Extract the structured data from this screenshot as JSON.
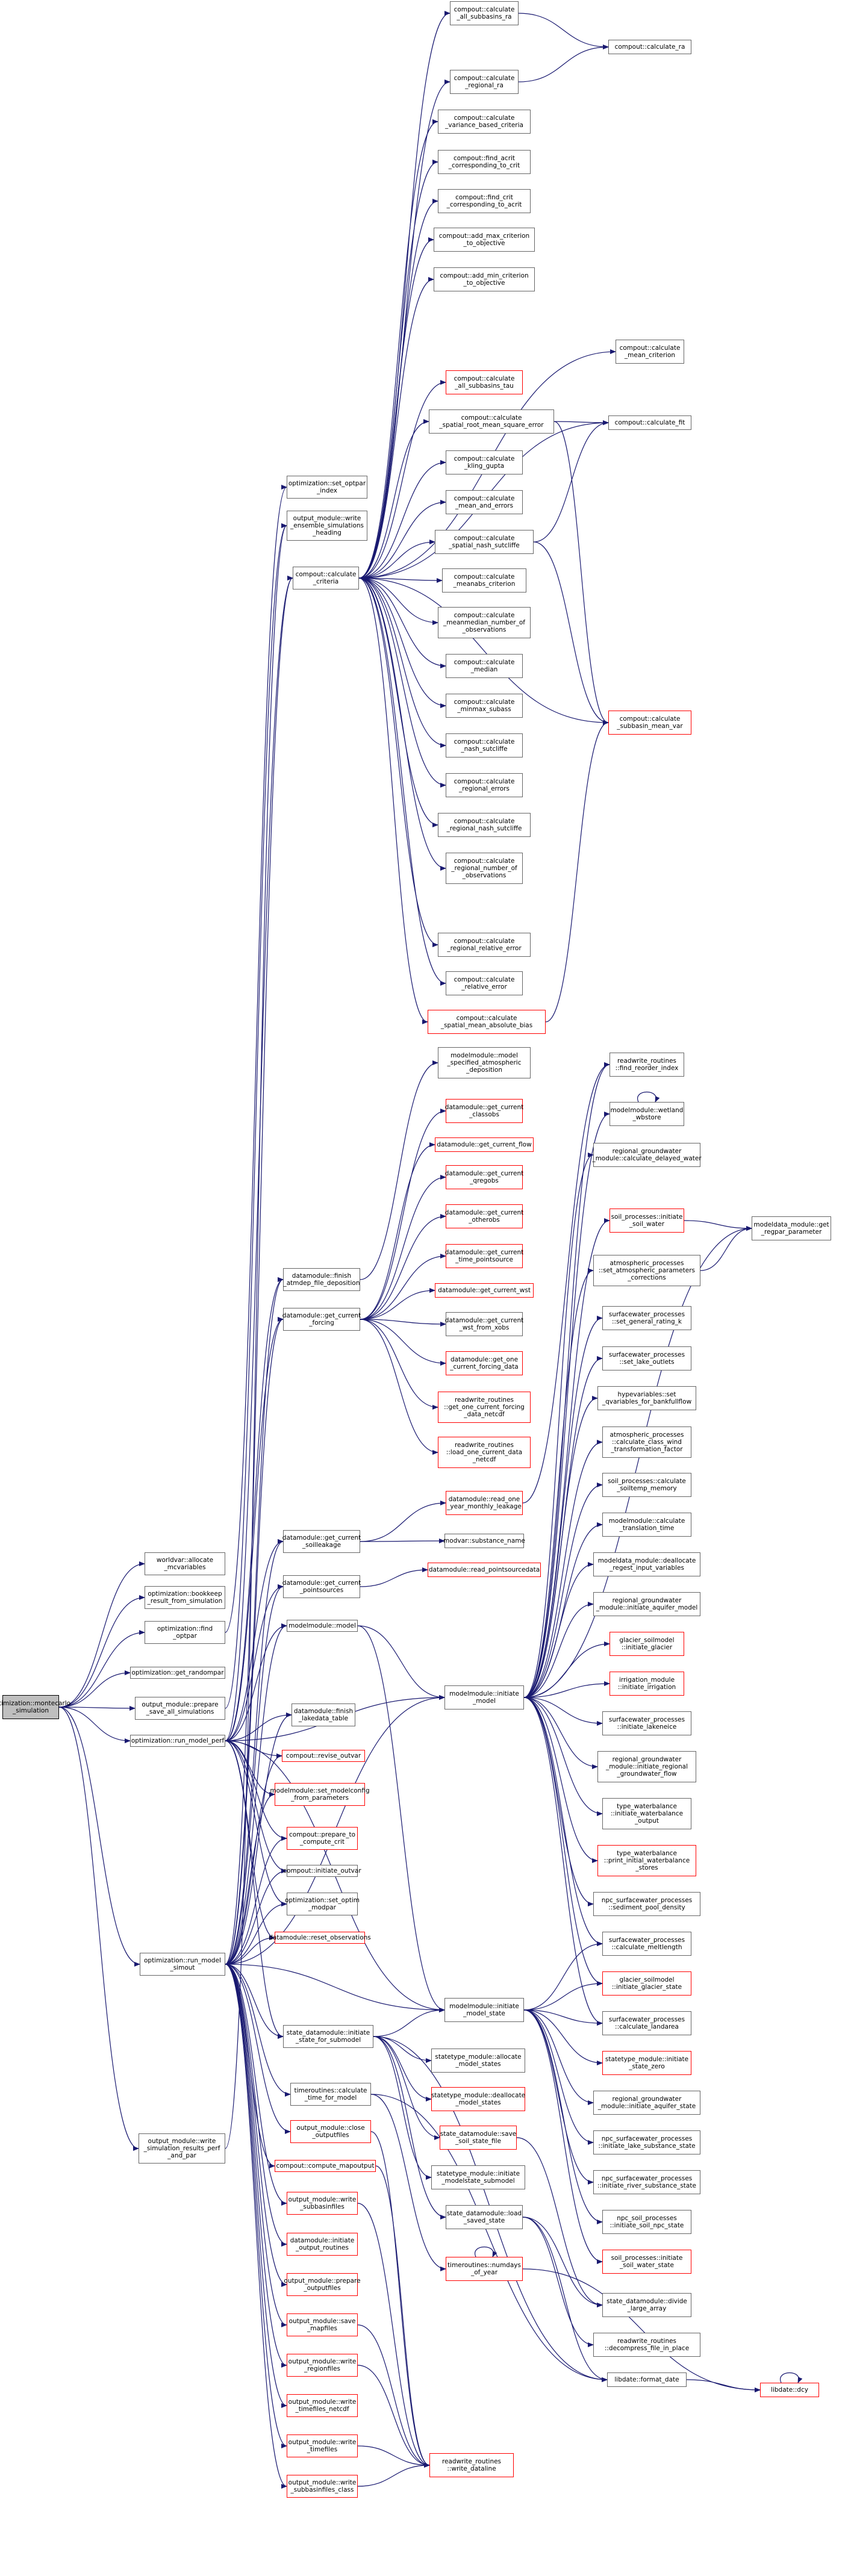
{
  "colors": {
    "edge": "#191970",
    "box_border": "#666666",
    "undocumented_border": "#ff0000",
    "root_fill": "#bfbfbf"
  },
  "nodes": {
    "root": "optimization::montecarlo\n_simulation",
    "wb_alloc": "worldvar::allocate\n_mcvariables",
    "bookkeep": "optimization::bookkeep\n_result_from_simulation",
    "find_optpar": "optimization::find\n_optpar",
    "get_randompar": "optimization::get_randompar",
    "prep_save_all": "output_module::prepare\n_save_all_simulations",
    "run_perf": "optimization::run_model_perf",
    "run_simout": "optimization::run_model\n_simout",
    "write_perf": "output_module::write\n_simulation_results_perf\n_and_par",
    "set_optpar_index": "optimization::set_optpar\n_index",
    "write_ens": "output_module::write\n_ensemble_simulations\n_heading",
    "calc_criteria": "compout::calculate\n_criteria",
    "finish_atmdep": "datamodule::finish\n_atmdep_file_deposition",
    "get_current_forcing": "datamodule::get_current\n_forcing",
    "get_soilleakage": "datamodule::get_current\n_soilleakage",
    "get_pointsources": "datamodule::get_current\n_pointsources",
    "modelmodule_model": "modelmodule::model",
    "finish_lakedata": "datamodule::finish\n_lakedata_table",
    "revise_outvar": "compout::revise_outvar",
    "set_modelconfig": "modelmodule::set_modelconfig\n_from_parameters",
    "prepare_to_compute": "compout::prepare_to\n_compute_crit",
    "initiate_outvar": "compout::initiate_outvar",
    "set_optim": "optimization::set_optim\n_modpar",
    "reset_obs": "datamodule::reset_observations",
    "init_state_sub": "state_datamodule::initiate\n_state_for_submodel",
    "timeroutines_calc": "timeroutines::calculate\n_time_for_model",
    "close_outputfiles": "output_module::close\n_outputfiles",
    "compute_mapoutput": "compout::compute_mapoutput",
    "write_subbasinfiles": "output_module::write\n_subbasinfiles",
    "init_output_routines": "datamodule::initiate\n_output_routines",
    "prepare_outputfiles": "output_module::prepare\n_outputfiles",
    "save_mapfiles": "output_module::save\n_mapfiles",
    "write_regionfiles": "output_module::write\n_regionfiles",
    "write_timefiles_netcdf": "output_module::write\n_timefiles_netcdf",
    "write_timefiles": "output_module::write\n_timefiles",
    "write_subbasinfiles_class": "output_module::write\n_subbasinfiles_class",
    "calc_all_ra": "compout::calculate\n_all_subbasins_ra",
    "calc_regional_ra": "compout::calculate\n_regional_ra",
    "calc_variance": "compout::calculate\n_variance_based_criteria",
    "find_acrit": "compout::find_acrit\n_corresponding_to_crit",
    "find_crit": "compout::find_crit\n_corresponding_to_acrit",
    "add_max": "compout::add_max_criterion\n_to_objective",
    "add_min": "compout::add_min_criterion\n_to_objective",
    "calc_all_tau": "compout::calculate\n_all_subbasins_tau",
    "calc_srmse": "compout::calculate\n_spatial_root_mean_square_error",
    "calc_kling": "compout::calculate\n_kling_gupta",
    "calc_mean_errors": "compout::calculate\n_mean_and_errors",
    "calc_spatial_nash": "compout::calculate\n_spatial_nash_sutcliffe",
    "calc_meanabs": "compout::calculate\n_meanabs_criterion",
    "calc_meanmedian": "compout::calculate\n_meanmedian_number_of\n_observations",
    "calc_median": "compout::calculate\n_median",
    "calc_minmax": "compout::calculate\n_minmax_subass",
    "calc_nash": "compout::calculate\n_nash_sutcliffe",
    "calc_reg_errors": "compout::calculate\n_regional_errors",
    "calc_reg_nash": "compout::calculate\n_regional_nash_sutcliffe",
    "calc_reg_number": "compout::calculate\n_regional_number_of\n_observations",
    "calc_reg_rel": "compout::calculate\n_regional_relative_error",
    "calc_rel": "compout::calculate\n_relative_error",
    "calc_spatial_mab": "compout::calculate\n_spatial_mean_absolute_bias",
    "calc_ra": "compout::calculate_ra",
    "calc_mean_crit": "compout::calculate\n_mean_criterion",
    "calc_fit": "compout::calculate_fit",
    "calc_subbasin_mean": "compout::calculate\n_subbasin_mean_var",
    "model_spec_atm": "modelmodule::model\n_specified_atmospheric\n_deposition",
    "get_classobs": "datamodule::get_current\n_classobs",
    "get_flow": "datamodule::get_current_flow",
    "get_qregobs": "datamodule::get_current\n_qregobs",
    "get_otherobs": "datamodule::get_current\n_otherobs",
    "get_time_pointsource": "datamodule::get_current\n_time_pointsource",
    "get_wst": "datamodule::get_current_wst",
    "get_wst_from_xobs": "datamodule::get_current\n_wst_from_xobs",
    "get_one_forcing": "datamodule::get_one\n_current_forcing_data",
    "rw_get_one_netcdf": "readwrite_routines\n::get_one_current_forcing\n_data_netcdf",
    "rw_load_one": "readwrite_routines\n::load_one_current_data\n_netcdf",
    "read_one_year": "datamodule::read_one\n_year_monthly_leakage",
    "modvar_substance": "modvar::substance_name",
    "read_pointsourcedata": "datamodule::read_pointsourcedata",
    "init_model": "modelmodule::initiate\n_model",
    "init_model_state": "modelmodule::initiate\n_model_state",
    "find_reorder": "readwrite_routines\n::find_reorder_index",
    "wetland_wbstore": "modelmodule::wetland\n_wbstore",
    "calc_delayed_water": "regional_groundwater\n_module::calculate_delayed_water",
    "soil_init_water": "soil_processes::initiate\n_soil_water",
    "get_regpar": "modeldata_module::get\n_regpar_parameter",
    "atm_corrections": "atmospheric_processes\n::set_atmospheric_parameters\n_corrections",
    "sw_rating_k": "surfacewater_processes\n::set_general_rating_k",
    "sw_lake_outlets": "surfacewater_processes\n::set_lake_outlets",
    "hypo_bankfull": "hypevariables::set\n_qvariables_for_bankfullflow",
    "atm_wind": "atmospheric_processes\n::calculate_class_wind\n_transformation_factor",
    "soiltemp_memory": "soil_processes::calculate\n_soiltemp_memory",
    "translation_time": "modelmodule::calculate\n_translation_time",
    "dealloc_regest": "modeldata_module::deallocate\n_regest_input_variables",
    "gw_initiate_aquifer": "regional_groundwater\n_module::initiate_aquifer_model",
    "glacier_init": "glacier_soilmodel\n::initiate_glacier",
    "irrigation_init": "irrigation_module\n::initiate_irrigation",
    "sw_laketeniece": "surfacewater_processes\n::initiate_lakeneice",
    "gw_regional_flow": "regional_groundwater\n_module::initiate_regional\n_groundwater_flow",
    "wb_initiate_output": "type_waterbalance\n::initiate_waterbalance\n_output",
    "wb_print_stores": "type_waterbalance\n::print_initial_waterbalance\n_stores",
    "npc_sediment": "npc_surfacewater_processes\n::sediment_pool_density",
    "sw_meltlength": "surfacewater_processes\n::calculate_meltlength",
    "glacier_state": "glacier_soilmodel\n::initiate_glacier_state",
    "sw_landarea": "surfacewater_processes\n::calculate_landarea",
    "statetype_zero": "statetype_module::initiate\n_state_zero",
    "gw_aquifer_state": "regional_groundwater\n_module::initiate_aquifer_state",
    "npc_lake_sub": "npc_surfacewater_processes\n::initiate_lake_substance_state",
    "npc_river_sub": "npc_surfacewater_processes\n::initiate_river_substance_state",
    "npc_soil_state": "npc_soil_processes\n::initiate_soil_npc_state",
    "soil_water_state": "soil_processes::initiate\n_soil_water_state",
    "divide_array": "state_datamodule::divide\n_large_array",
    "decompress_file": "readwrite_routines\n::decompress_file_in_place",
    "format_date": "libdate::format_date",
    "libdate_dcy": "libdate::dcy",
    "rw_write_dataline": "readwrite_routines\n::write_dataline",
    "statetype_alloc": "statetype_module::allocate\n_model_states",
    "statetype_dealloc": "statetype_module::deallocate\n_model_states",
    "state_save": "state_datamodule::save\n_soil_state_file",
    "statetype_init_sub": "statetype_module::initiate\n_modelstate_submodel",
    "state_load": "state_datamodule::load\n_saved_state",
    "numdays": "timeroutines::numdays\n_of_year"
  }
}
